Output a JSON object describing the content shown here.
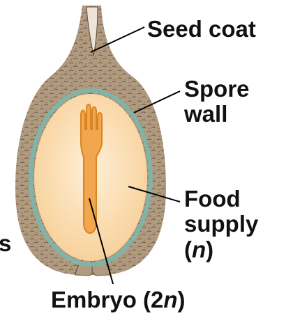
{
  "labels": {
    "seed_coat": "Seed coat",
    "spore_wall": [
      "Spore",
      "wall"
    ],
    "food_supply": [
      "Food",
      "supply"
    ],
    "food_supply_ploidy": {
      "open": "(",
      "italic": "n",
      "close": ")"
    },
    "embryo": {
      "prefix": "Embryo (2",
      "italic": "n",
      "suffix": ")"
    },
    "cut_off_left": "s"
  },
  "colors": {
    "seed_coat": "#b09a80",
    "seed_coat_texture": "#5e4a34",
    "spore_wall": "#7fb5a8",
    "food_supply": "#f7cf98",
    "food_supply_center": "#fff0d6",
    "embryo": "#f2a64d",
    "embryo_edge": "#d98322",
    "leader_lines": "#000000"
  }
}
